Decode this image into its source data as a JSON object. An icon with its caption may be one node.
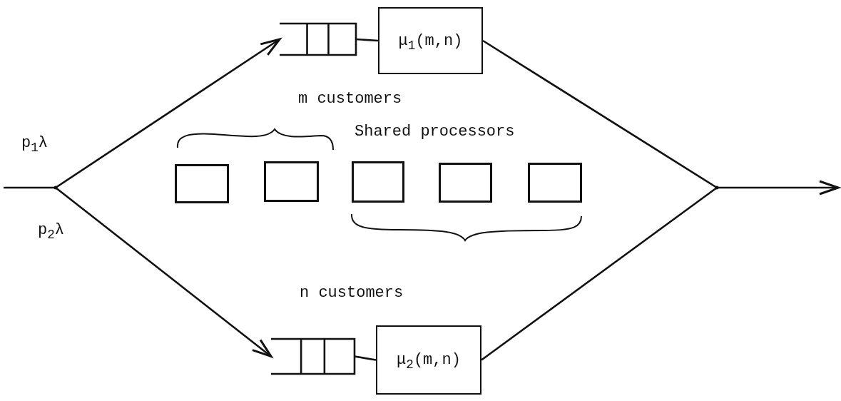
{
  "diagram": {
    "nodes": [
      {
        "text": [],
        "shape": "point"
      },
      {
        "text": [],
        "shape": "queue"
      },
      {
        "text": [
          "μ$_{1}$(m,n)"
        ]
      },
      {
        "text": [],
        "shape": "box"
      },
      {
        "text": [],
        "shape": "box"
      },
      {
        "text": [],
        "shape": "box"
      },
      {
        "text": [],
        "shape": "box"
      },
      {
        "text": [],
        "shape": "box"
      },
      {
        "text": [],
        "shape": "queue"
      },
      {
        "text": [
          "μ$_{2}$(m,n)"
        ]
      },
      {
        "text": [],
        "shape": "point"
      }
    ],
    "edges": [
      {
        "from": null,
        "to": 0,
        "arrow": "none"
      },
      {
        "from": 0,
        "to": 1,
        "arrow": "to"
      },
      {
        "from": 1,
        "to": 2,
        "arrow": "none"
      },
      {
        "from": 2,
        "to": 10,
        "arrow": "none"
      },
      {
        "from": 0,
        "to": 8,
        "arrow": "to"
      },
      {
        "from": 8,
        "to": 9,
        "arrow": "none"
      },
      {
        "from": 9,
        "to": 10,
        "arrow": "none"
      },
      {
        "from": 10,
        "to": null,
        "arrow": "to"
      }
    ],
    "labels": [
      "p$_{1}$λ",
      "m customers",
      "Shared processors",
      "p$_{2}$λ",
      "n customers"
    ]
  }
}
